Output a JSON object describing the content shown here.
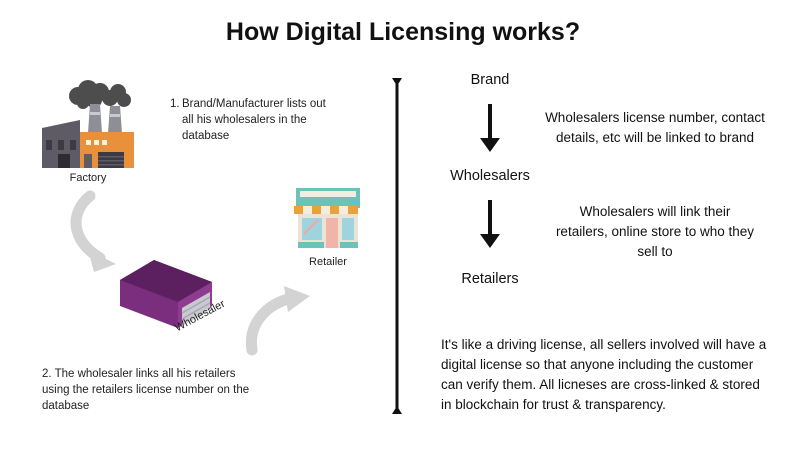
{
  "title": "How Digital Licensing works?",
  "left": {
    "factory_label": "Factory",
    "wholesaler_roof_label": "Wholesaler",
    "retailer_label": "Retailer",
    "step1_number": "1.",
    "step1_text": "Brand/Manufacturer lists out all his wholesalers in the database",
    "step2_text": "2. The wholesaler links all his retailers using the retailers license number on the database"
  },
  "right": {
    "brand": "Brand",
    "wholesalers": "Wholesalers",
    "retailers": "Retailers",
    "desc1": "Wholesalers license number, contact details, etc will be linked to brand",
    "desc2": "Wholesalers will link their retailers, online store to who they sell to",
    "summary": "It's like a driving license, all sellers involved will have a digital license so that anyone including the customer can verify them. All licneses are cross-linked & stored in blockchain for trust & transparency."
  },
  "colors": {
    "factory_orange": "#e8913a",
    "factory_gray": "#5e5a66",
    "smoke": "#4d4d4d",
    "warehouse_purple": "#7b2e7e",
    "curved_arrow": "#d3d3d3",
    "divider": "#111111"
  },
  "icons": [
    "factory-icon",
    "warehouse-icon",
    "store-icon",
    "curved-arrow-icon",
    "down-arrow-icon"
  ]
}
